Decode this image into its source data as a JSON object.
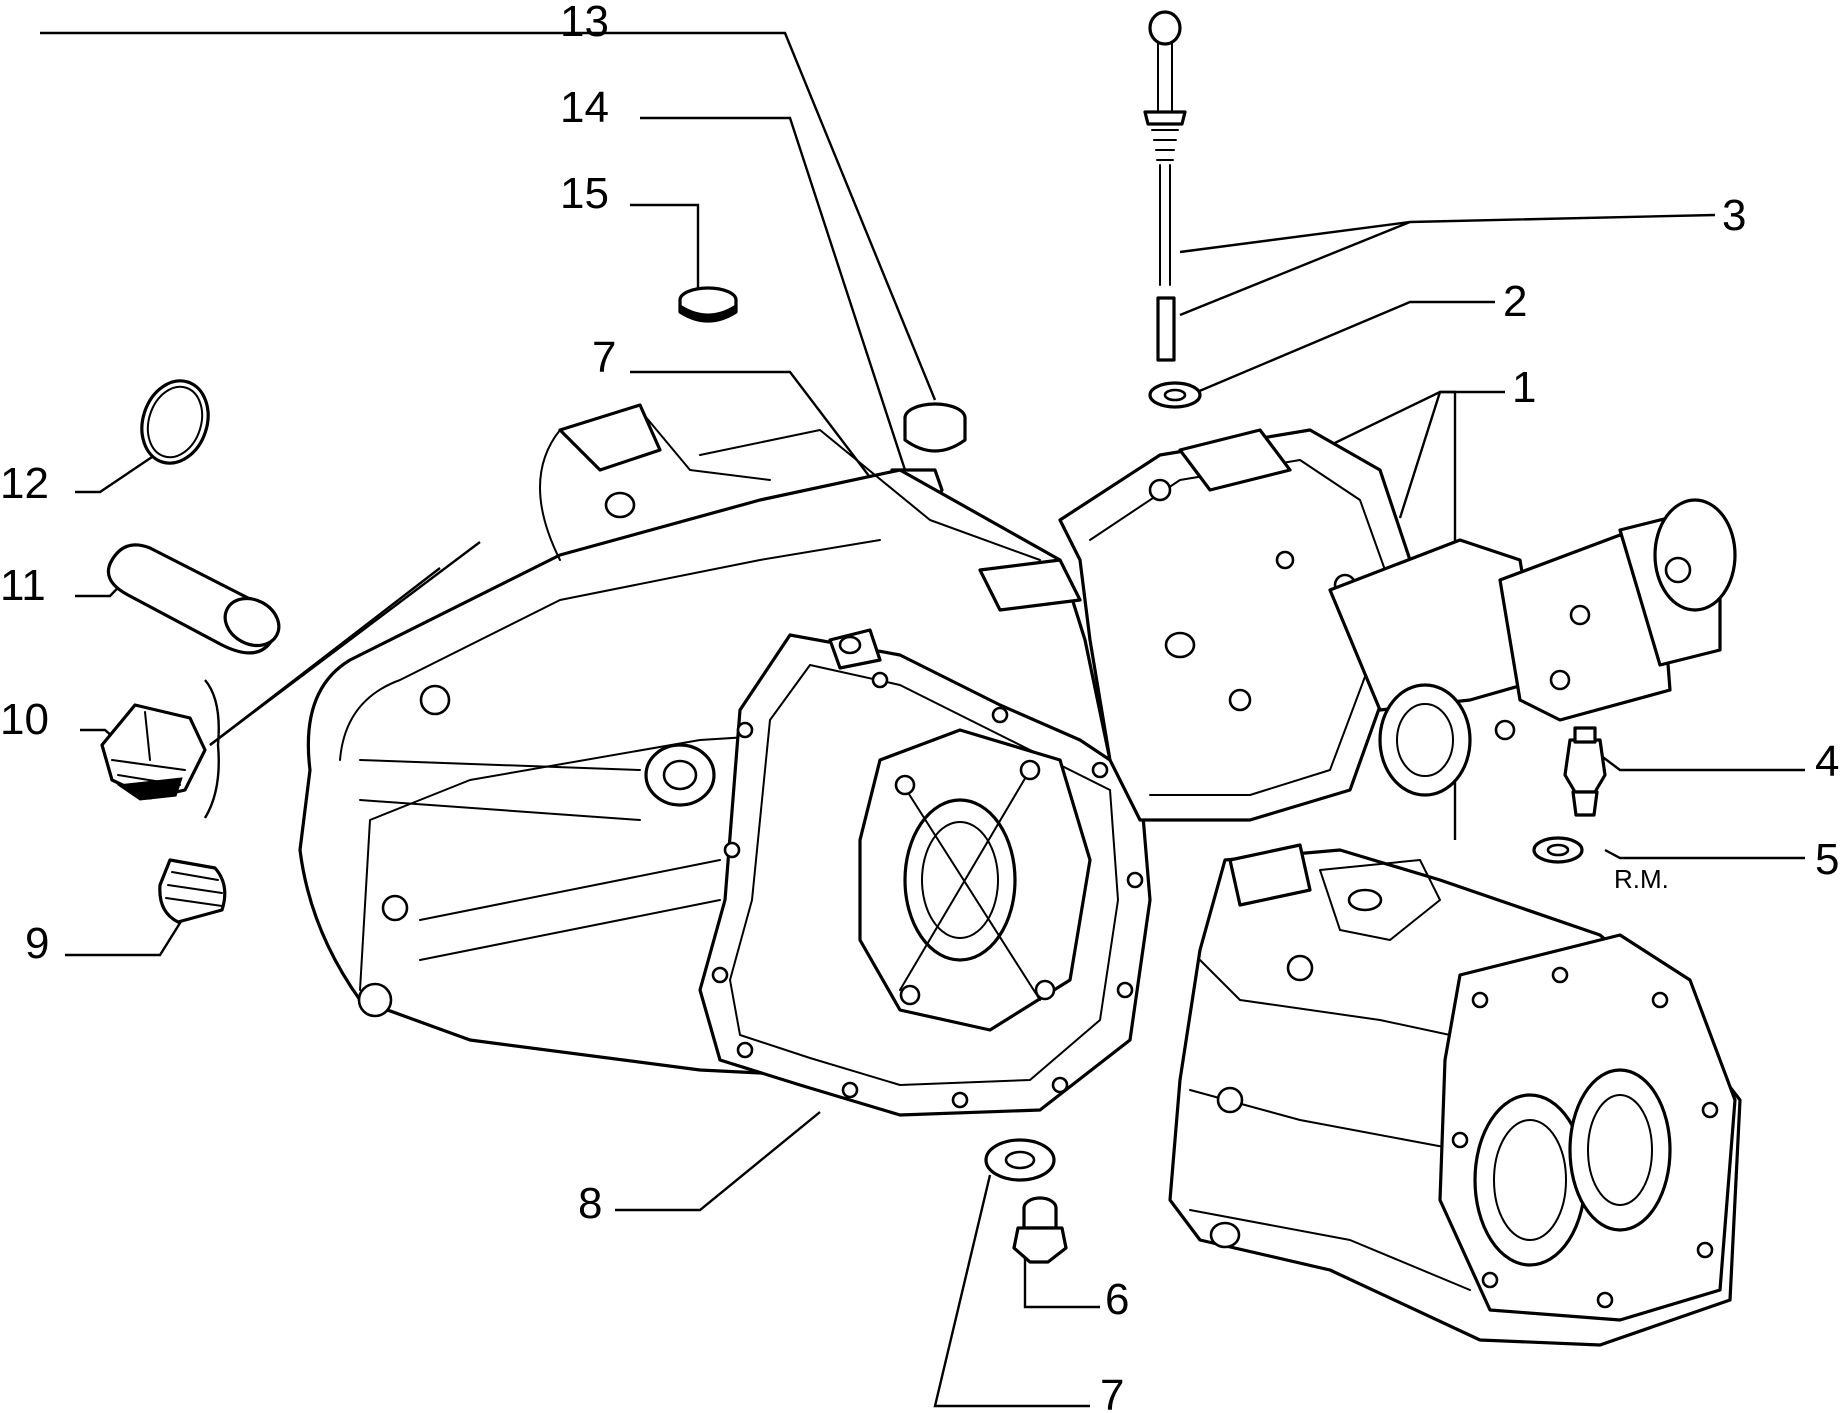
{
  "callouts": [
    {
      "id": "c13",
      "label": "13"
    },
    {
      "id": "c14",
      "label": "14"
    },
    {
      "id": "c15",
      "label": "15"
    },
    {
      "id": "c3",
      "label": "3"
    },
    {
      "id": "c2",
      "label": "2"
    },
    {
      "id": "c1",
      "label": "1"
    },
    {
      "id": "c7a",
      "label": "7"
    },
    {
      "id": "c12",
      "label": "12"
    },
    {
      "id": "c11",
      "label": "11"
    },
    {
      "id": "c10",
      "label": "10"
    },
    {
      "id": "c9",
      "label": "9"
    },
    {
      "id": "c4",
      "label": "4"
    },
    {
      "id": "c5",
      "label": "5"
    },
    {
      "id": "c8",
      "label": "8"
    },
    {
      "id": "c6",
      "label": "6"
    },
    {
      "id": "c7b",
      "label": "7"
    }
  ],
  "mark": "R.M."
}
